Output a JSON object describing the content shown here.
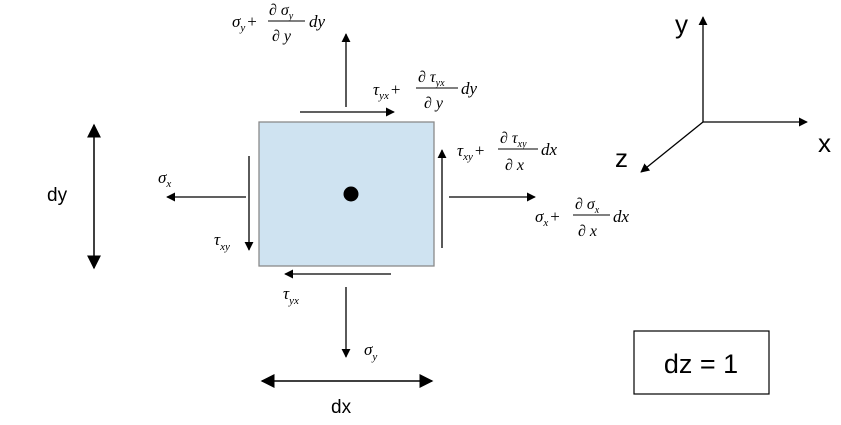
{
  "colors": {
    "element_fill": "#cfe3f1",
    "element_stroke": "#8a8a8a",
    "ink": "#000000"
  },
  "labels": {
    "dy": "dy",
    "dx": "dx",
    "dz_box": "dz = 1",
    "axis_x": "x",
    "axis_y": "y",
    "axis_z": "z"
  },
  "stresses": {
    "sigma_x": {
      "sym": "σ",
      "sub": "x"
    },
    "sigma_y": {
      "sym": "σ",
      "sub": "y"
    },
    "tau_xy": {
      "sym": "τ",
      "sub": "xy"
    },
    "tau_yx": {
      "sym": "τ",
      "sub": "yx"
    },
    "sigma_y_top": {
      "base": "σ",
      "base_sub": "y",
      "plus": "+",
      "num": "∂ σ",
      "num_sub": "y",
      "den": "∂ y",
      "diff": "dy"
    },
    "tau_yx_top": {
      "base": "τ",
      "base_sub": "yx",
      "plus": "+",
      "num": "∂ τ",
      "num_sub": "yx",
      "den": "∂ y",
      "diff": "dy"
    },
    "tau_xy_right": {
      "base": "τ",
      "base_sub": "xy",
      "plus": "+",
      "num": "∂ τ",
      "num_sub": "xy",
      "den": "∂ x",
      "diff": "dx"
    },
    "sigma_x_right": {
      "base": "σ",
      "base_sub": "x",
      "plus": "+",
      "num": "∂ σ",
      "num_sub": "x",
      "den": "∂ x",
      "diff": "dx"
    }
  }
}
